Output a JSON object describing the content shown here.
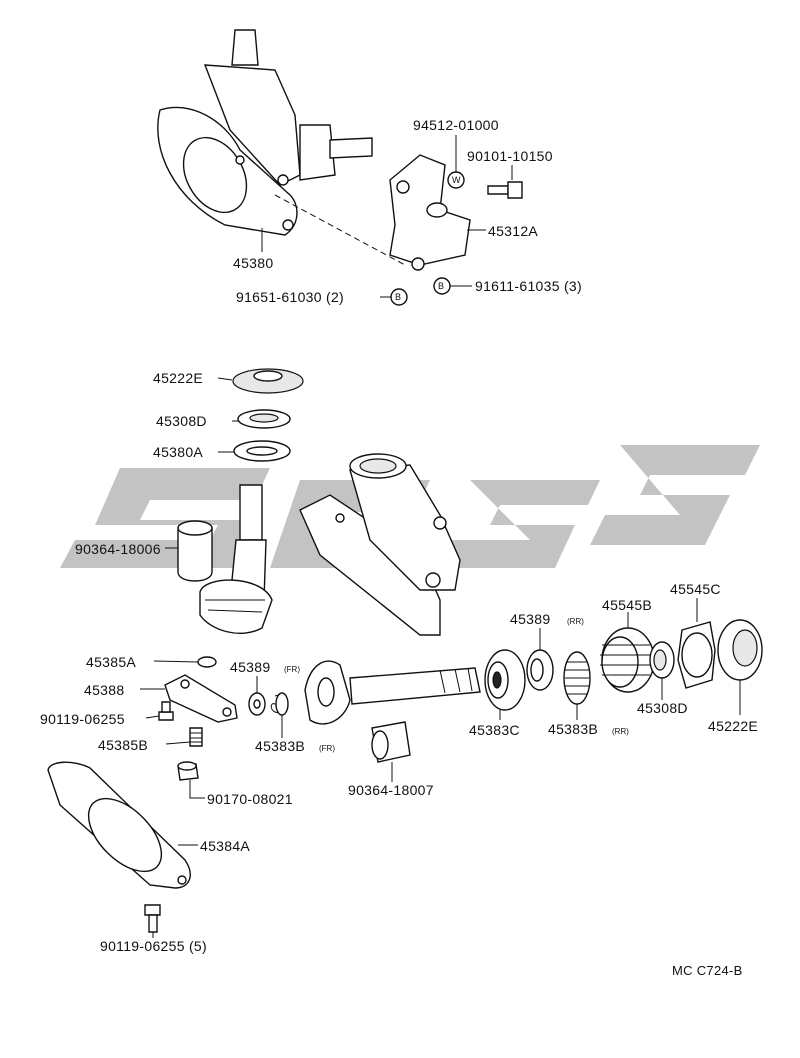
{
  "diagram": {
    "watermark": "",
    "footer_code": "MC  C724-B",
    "parts": [
      {
        "id": "p45380",
        "label": "45380"
      },
      {
        "id": "p94512",
        "label": "94512-01000"
      },
      {
        "id": "p90101",
        "label": "90101-10150"
      },
      {
        "id": "p45312A",
        "label": "45312A"
      },
      {
        "id": "p91651",
        "label": "91651-61030 (2)"
      },
      {
        "id": "p91611",
        "label": "91611-61035 (3)"
      },
      {
        "id": "p45222E_top",
        "label": "45222E"
      },
      {
        "id": "p45308D_top",
        "label": "45308D"
      },
      {
        "id": "p45380A",
        "label": "45380A"
      },
      {
        "id": "p90364_18006",
        "label": "90364-18006"
      },
      {
        "id": "p45385A",
        "label": "45385A"
      },
      {
        "id": "p45388",
        "label": "45388"
      },
      {
        "id": "p90119_a",
        "label": "90119-06255"
      },
      {
        "id": "p45385B",
        "label": "45385B"
      },
      {
        "id": "p45389_fr",
        "label": "45389",
        "suffix": "(FR)"
      },
      {
        "id": "p45383B_fr",
        "label": "45383B",
        "suffix": "(FR)"
      },
      {
        "id": "p90170",
        "label": "90170-08021"
      },
      {
        "id": "p90364_18007",
        "label": "90364-18007"
      },
      {
        "id": "p45384A",
        "label": "45384A"
      },
      {
        "id": "p90119_b",
        "label": "90119-06255 (5)"
      },
      {
        "id": "p45389_rr",
        "label": "45389",
        "suffix": "(RR)"
      },
      {
        "id": "p45383C",
        "label": "45383C"
      },
      {
        "id": "p45383B_rr",
        "label": "45383B",
        "suffix": "(RR)"
      },
      {
        "id": "p45545B",
        "label": "45545B"
      },
      {
        "id": "p45308D_bottom",
        "label": "45308D"
      },
      {
        "id": "p45545C",
        "label": "45545C"
      },
      {
        "id": "p45222E_bottom",
        "label": "45222E"
      }
    ],
    "markers": {
      "washer": "W",
      "bolt": "B"
    }
  }
}
